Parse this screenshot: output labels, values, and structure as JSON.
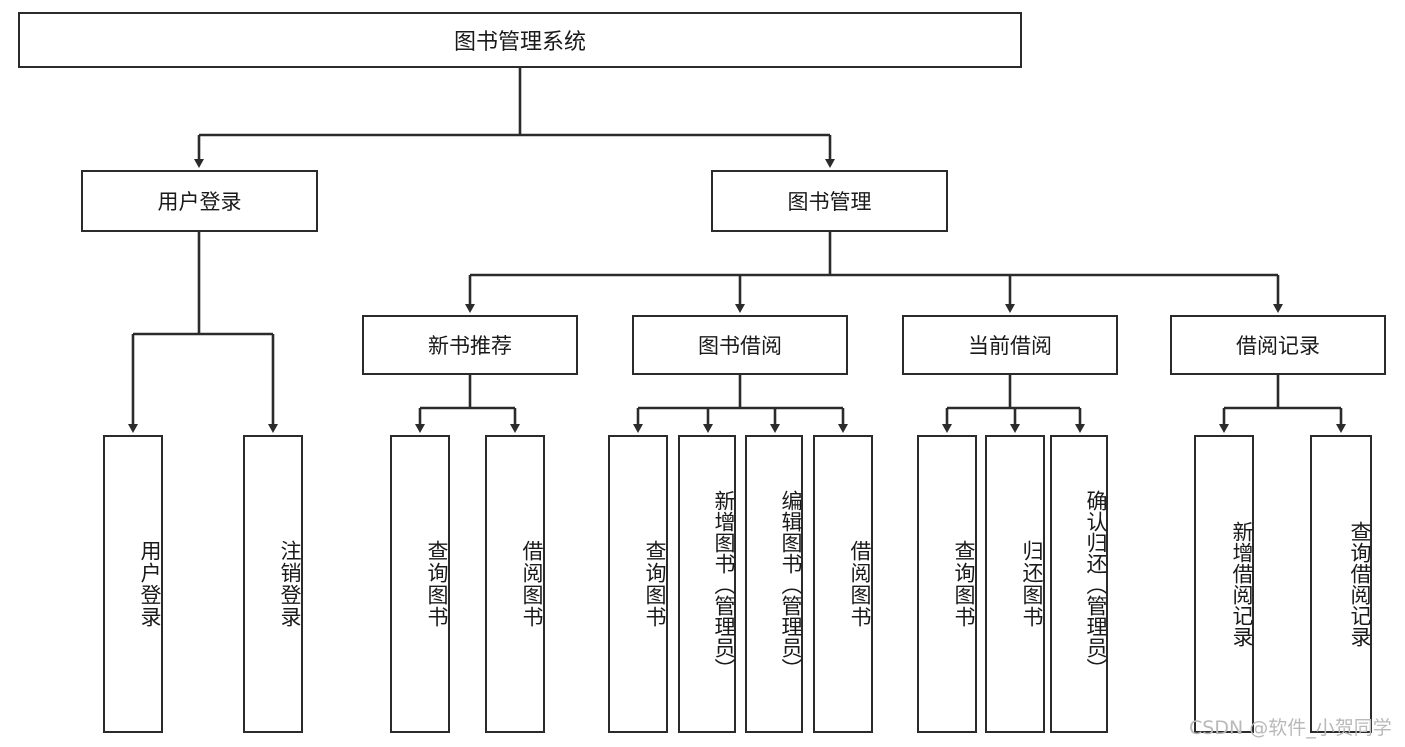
{
  "diagram": {
    "title": "图书管理系统",
    "type": "tree-hierarchy-chart",
    "line_color": "#2b2b2b",
    "box_fill": "#ffffff",
    "text_color": "#1a1a1a"
  },
  "root": {
    "label": "图书管理系统"
  },
  "level2": [
    {
      "label": "用户登录"
    },
    {
      "label": "图书管理"
    }
  ],
  "level3": [
    {
      "label": "新书推荐"
    },
    {
      "label": "图书借阅"
    },
    {
      "label": "当前借阅"
    },
    {
      "label": "借阅记录"
    }
  ],
  "leaves": {
    "user_login": [
      {
        "label": "用户登录"
      },
      {
        "label": "注销登录"
      }
    ],
    "new_book": [
      {
        "label": "查询图书"
      },
      {
        "label": "借阅图书"
      }
    ],
    "book_borrow": [
      {
        "label": "查询图书"
      },
      {
        "label": "新增图书（管理员）"
      },
      {
        "label": "编辑图书（管理员）"
      },
      {
        "label": "借阅图书"
      }
    ],
    "current_borrow": [
      {
        "label": "查询图书"
      },
      {
        "label": "归还图书"
      },
      {
        "label": "确认归还（管理员）"
      }
    ],
    "borrow_record": [
      {
        "label": "新增借阅记录"
      },
      {
        "label": "查询借阅记录"
      }
    ]
  },
  "watermark": {
    "text": "CSDN @软件_小贺同学",
    "color": "#b9b9b9"
  }
}
